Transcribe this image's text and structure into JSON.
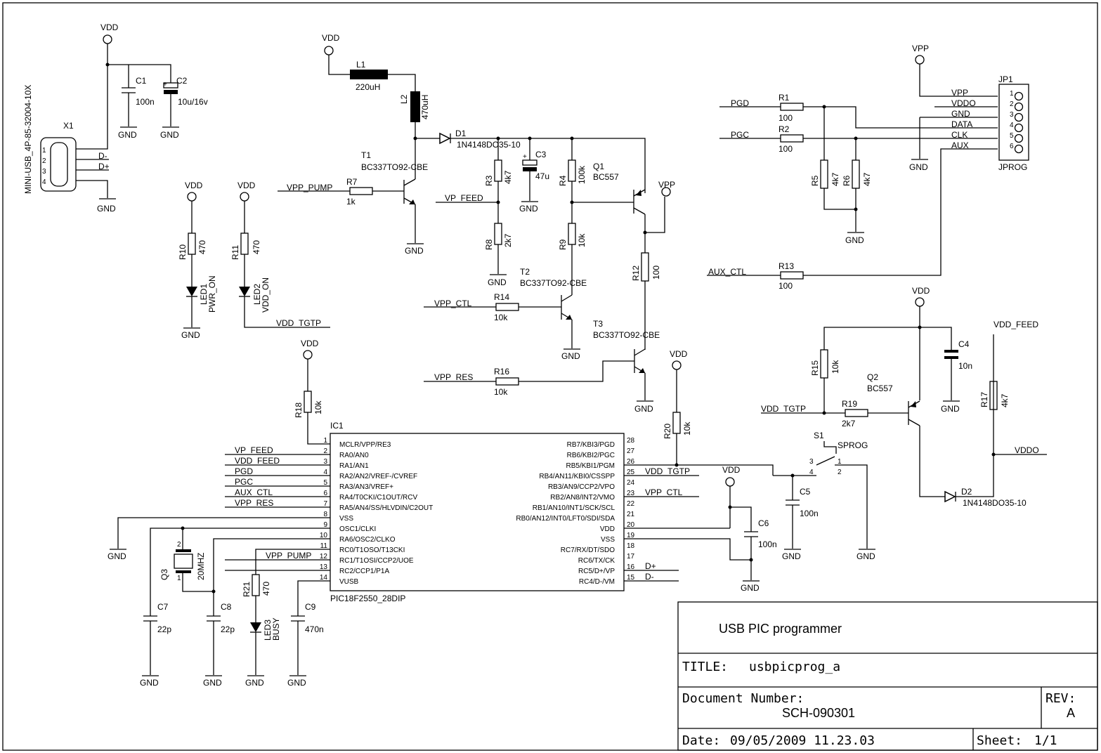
{
  "title_block": {
    "heading": "USB PIC programmer",
    "title_label": "TITLE:",
    "title_value": "usbpicprog_a",
    "docnum_label": "Document Number:",
    "docnum_value": "SCH-090301",
    "rev_label": "REV:",
    "rev_value": "A",
    "date_label": "Date:",
    "date_value": "09/05/2009 11.23.03",
    "sheet_label": "Sheet:",
    "sheet_value": "1/1"
  },
  "power": {
    "vdd": "VDD",
    "vpp": "VPP",
    "gnd": "GND"
  },
  "usb": {
    "connector": "MINI-USB_4P-85-32004-10X",
    "ref": "X1",
    "pins": [
      "1",
      "2",
      "3",
      "4"
    ],
    "dminus": "D-",
    "dplus": "D+"
  },
  "components": {
    "C1": {
      "ref": "C1",
      "value": "100n"
    },
    "C2": {
      "ref": "C2",
      "value": "10u/16v"
    },
    "C3": {
      "ref": "C3",
      "value": "47u"
    },
    "C4": {
      "ref": "C4",
      "value": "10n"
    },
    "C5": {
      "ref": "C5",
      "value": "100n"
    },
    "C6": {
      "ref": "C6",
      "value": "100n"
    },
    "C7": {
      "ref": "C7",
      "value": "22p"
    },
    "C8": {
      "ref": "C8",
      "value": "22p"
    },
    "C9": {
      "ref": "C9",
      "value": "470n"
    },
    "L1": {
      "ref": "L1",
      "value": "220uH"
    },
    "L2": {
      "ref": "L2",
      "value": "470uH"
    },
    "D1": {
      "ref": "D1",
      "value": "1N4148DO35-10"
    },
    "D2": {
      "ref": "D2",
      "value": "1N4148DO35-10"
    },
    "T1": {
      "ref": "T1",
      "value": "BC337TO92-CBE"
    },
    "T2": {
      "ref": "T2",
      "value": "BC337TO92-CBE"
    },
    "T3": {
      "ref": "T3",
      "value": "BC337TO92-CBE"
    },
    "Q1": {
      "ref": "Q1",
      "value": "BC557"
    },
    "Q2": {
      "ref": "Q2",
      "value": "BC557"
    },
    "Q3": {
      "ref": "Q3",
      "value": "20MHZ"
    },
    "R1": {
      "ref": "R1",
      "value": "100"
    },
    "R2": {
      "ref": "R2",
      "value": "100"
    },
    "R3": {
      "ref": "R3",
      "value": "4k7"
    },
    "R4": {
      "ref": "R4",
      "value": "100k"
    },
    "R5": {
      "ref": "R5",
      "value": "4k7"
    },
    "R6": {
      "ref": "R6",
      "value": "4k7"
    },
    "R7": {
      "ref": "R7",
      "value": "1k"
    },
    "R8": {
      "ref": "R8",
      "value": "2k7"
    },
    "R9": {
      "ref": "R9",
      "value": "10k"
    },
    "R10": {
      "ref": "R10",
      "value": "470"
    },
    "R11": {
      "ref": "R11",
      "value": "470"
    },
    "R12": {
      "ref": "R12",
      "value": "100"
    },
    "R13": {
      "ref": "R13",
      "value": "100"
    },
    "R14": {
      "ref": "R14",
      "value": "10k"
    },
    "R15": {
      "ref": "R15",
      "value": "10k"
    },
    "R16": {
      "ref": "R16",
      "value": "10k"
    },
    "R17": {
      "ref": "R17",
      "value": "4k7"
    },
    "R18": {
      "ref": "R18",
      "value": "10k"
    },
    "R19": {
      "ref": "R19",
      "value": "2k7"
    },
    "R20": {
      "ref": "R20",
      "value": "10k"
    },
    "R21": {
      "ref": "R21",
      "value": "470"
    },
    "LED1": {
      "ref": "LED1",
      "value": "PWR_ON"
    },
    "LED2": {
      "ref": "LED2",
      "value": "VDD_ON"
    },
    "LED3": {
      "ref": "LED3",
      "value": "BUSY"
    },
    "S1": {
      "ref": "S1",
      "value": "SPROG"
    },
    "S1_pins": [
      "3",
      "4",
      "1",
      "2"
    ],
    "JP1": {
      "ref": "JP1",
      "value": "JPROG"
    }
  },
  "jp1_pins": [
    {
      "num": "1",
      "name": "VPP"
    },
    {
      "num": "2",
      "name": "VDDO"
    },
    {
      "num": "3",
      "name": "GND"
    },
    {
      "num": "4",
      "name": "DATA"
    },
    {
      "num": "5",
      "name": "CLK"
    },
    {
      "num": "6",
      "name": "AUX"
    }
  ],
  "nets": {
    "vpp_pump": "VPP_PUMP",
    "vp_feed": "VP_FEED",
    "vpp_ctl": "VPP_CTL",
    "vpp_res": "VPP_RES",
    "vdd_tgtp": "VDD_TGTP",
    "pgd": "PGD",
    "pgc": "PGC",
    "aux_ctl": "AUX_CTL",
    "vdd_feed": "VDD_FEED",
    "vddo": "VDDO",
    "dplus": "D+",
    "dminus": "D-"
  },
  "ic1": {
    "ref": "IC1",
    "part": "PIC18F2550_28DIP",
    "left_pins": [
      {
        "num": "1",
        "name": "MCLR/VPP/RE3",
        "net": ""
      },
      {
        "num": "2",
        "name": "RA0/AN0",
        "net": "VP_FEED"
      },
      {
        "num": "3",
        "name": "RA1/AN1",
        "net": "VDD_FEED"
      },
      {
        "num": "4",
        "name": "RA2/AN2/VREF-/CVREF",
        "net": "PGD"
      },
      {
        "num": "5",
        "name": "RA3/AN3/VREF+",
        "net": "PGC"
      },
      {
        "num": "6",
        "name": "RA4/T0CKI/C1OUT/RCV",
        "net": "AUX_CTL"
      },
      {
        "num": "7",
        "name": "RA5/AN4/SS/HLVDIN/C2OUT",
        "net": "VPP_RES"
      },
      {
        "num": "8",
        "name": "VSS",
        "net": ""
      },
      {
        "num": "9",
        "name": "OSC1/CLKI",
        "net": ""
      },
      {
        "num": "10",
        "name": "RA6/OSC2/CLKO",
        "net": ""
      },
      {
        "num": "11",
        "name": "RC0/T1OSO/T13CKI",
        "net": ""
      },
      {
        "num": "12",
        "name": "RC1/T1OSI/CCP2/UOE",
        "net": "VPP_PUMP"
      },
      {
        "num": "13",
        "name": "RC2/CCP1/P1A",
        "net": ""
      },
      {
        "num": "14",
        "name": "VUSB",
        "net": ""
      }
    ],
    "right_pins": [
      {
        "num": "28",
        "name": "RB7/KBI3/PGD",
        "net": ""
      },
      {
        "num": "27",
        "name": "RB6/KBI2/PGC",
        "net": ""
      },
      {
        "num": "26",
        "name": "RB5/KBI1/PGM",
        "net": ""
      },
      {
        "num": "25",
        "name": "RB4/AN11/KBI0/CSSPP",
        "net": "VDD_TGTP"
      },
      {
        "num": "24",
        "name": "RB3/AN9/CCP2/VPO",
        "net": ""
      },
      {
        "num": "23",
        "name": "RB2/AN8/INT2/VMO",
        "net": "VPP_CTL"
      },
      {
        "num": "22",
        "name": "RB1/AN10/INT1/SCK/SCL",
        "net": ""
      },
      {
        "num": "21",
        "name": "RB0/AN12/INT0/LFT0/SDI/SDA",
        "net": ""
      },
      {
        "num": "20",
        "name": "VDD",
        "net": ""
      },
      {
        "num": "19",
        "name": "VSS",
        "net": ""
      },
      {
        "num": "18",
        "name": "RC7/RX/DT/SDO",
        "net": ""
      },
      {
        "num": "17",
        "name": "RC6/TX/CK",
        "net": ""
      },
      {
        "num": "16",
        "name": "RC5/D+/VP",
        "net": "D+"
      },
      {
        "num": "15",
        "name": "RC4/D-/VM",
        "net": "D-"
      }
    ]
  }
}
